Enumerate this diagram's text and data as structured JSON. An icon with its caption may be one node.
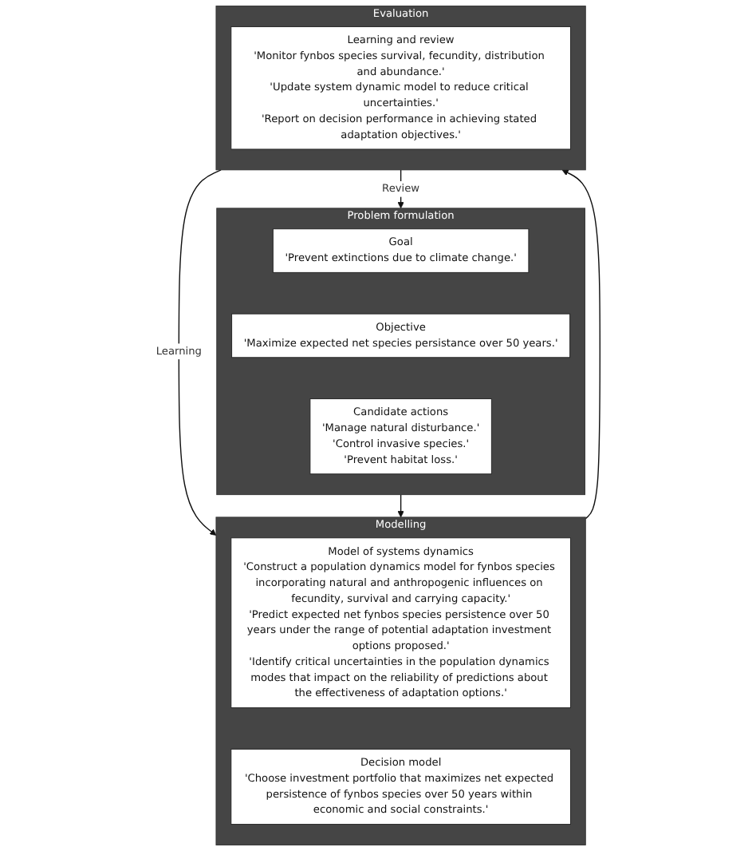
{
  "diagram": {
    "nodes": [
      {
        "text": [
          "Problem formulation"
        ]
      },
      {
        "text": [
          "Goal",
          "'Prevent extinctions due to climate change.'"
        ],
        "in": 0
      },
      {
        "text": [
          "Objective",
          "'Maximize expected net species persistance over 50 years.'"
        ],
        "in": 0
      },
      {
        "text": [
          "Candidate actions",
          "'Manage natural disturbance.'",
          "'Control invasive species.'",
          "'Prevent habitat loss.'"
        ],
        "in": 0
      },
      {
        "text": [
          "Modelling"
        ]
      },
      {
        "text": [
          "Model of systems dynamics",
          "'Construct a population dynamics model for fynbos species incorporating natural and anthropogenic influences on fecundity, survival and carrying capacity.'",
          "'Predict expected net fynbos species persistence over 50 years under the range of potential adaptation investment options proposed.'",
          "'Identify critical uncertainties in the population dynamics modes that impact on the reliability of predictions about the effectiveness of adaptation options.'"
        ],
        "in": 4
      },
      {
        "text": [
          "Decision model",
          "'Choose investment portfolio that maximizes net expected persistence of fynbos species over 50 years within economic and social constraints.'"
        ],
        "in": 4
      },
      {
        "text": [
          "Evaluation"
        ]
      },
      {
        "text": [
          "Learning and review",
          "'Monitor fynbos species survival, fecundity, distribution and abundance.'",
          "'Update system dynamic model to reduce critical uncertainties.'",
          "'Report on decision performance in achieving stated adaptation objectives.'"
        ],
        "in": 7
      }
    ],
    "edges": [
      {
        "from": 7,
        "to": 0,
        "arrow": "to",
        "label": "Review"
      },
      {
        "from": 7,
        "to": 4,
        "arrow": "to",
        "label": "Learning"
      },
      {
        "from": 0,
        "to": 4,
        "arrow": "to"
      },
      {
        "from": 4,
        "to": 7,
        "arrow": "to"
      }
    ]
  }
}
